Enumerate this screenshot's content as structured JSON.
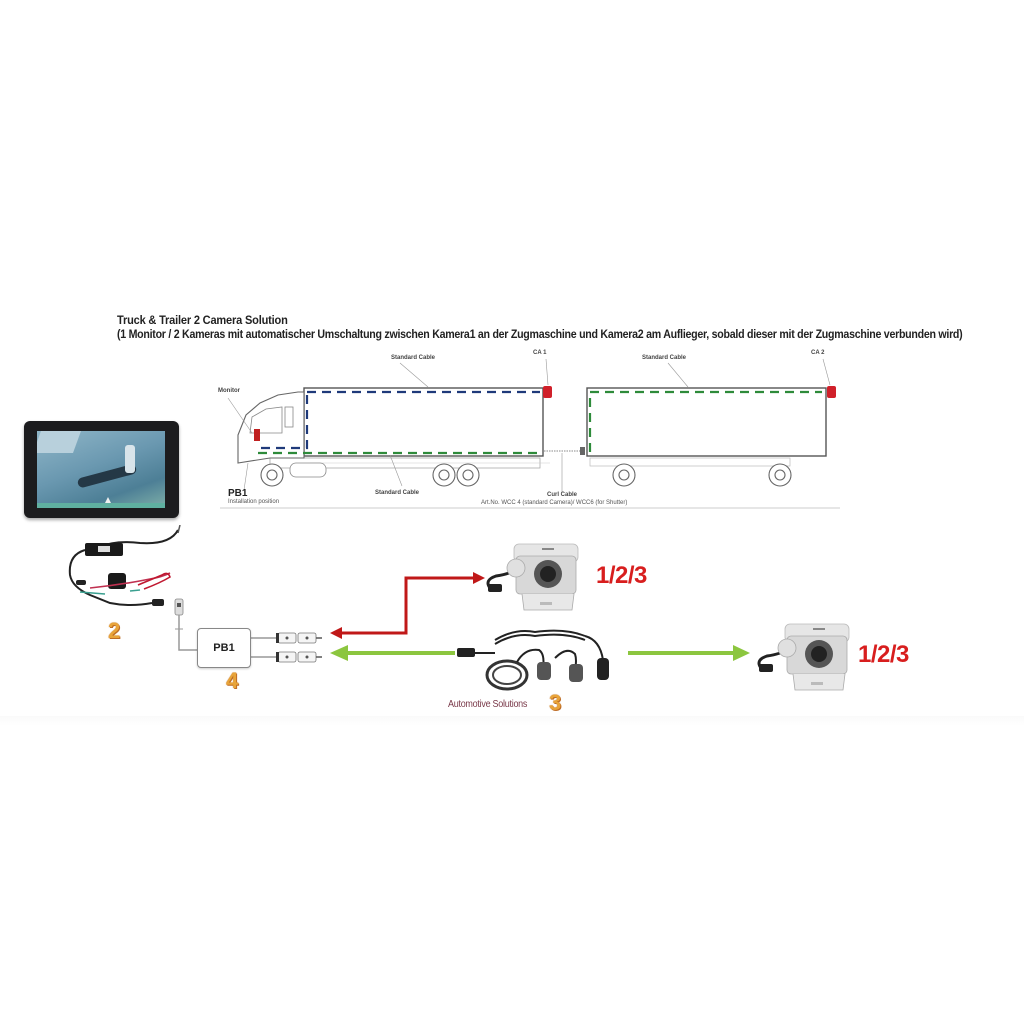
{
  "header": {
    "title": "Truck & Trailer 2 Camera Solution",
    "subtitle": "(1 Monitor / 2 Kameras mit automatischer Umschaltung zwischen Kamera1 an der Zugmaschine und Kamera2 am Auflieger, sobald dieser mit der Zugmaschine verbunden wird)"
  },
  "truck_diagram": {
    "labels": {
      "monitor": "Monitor",
      "standard_cable_top_1": "Standard Cable",
      "standard_cable_top_2": "Standard Cable",
      "standard_cable_bottom": "Standard Cable",
      "curl_cable": "Curl Cable",
      "ca1": "CA 1",
      "ca2": "CA 2",
      "pb1": "PB1",
      "installation_position": "Installation position",
      "art_no": "Art.No. WCC 4 (standard Camera)/ WCC6 (for Shutter)"
    },
    "colors": {
      "truck_cable": "#1f3a7a",
      "trailer_cable": "#2e8b3a",
      "camera": "#d0202a"
    }
  },
  "components": {
    "monitor": {
      "name": "Monitor"
    },
    "power_cable": {
      "number": "2"
    },
    "pb1_box": {
      "label": "PB1",
      "number": "4"
    },
    "curl_cable": {
      "number": "3",
      "brand": "Automotive Solutions"
    },
    "camera_1": {
      "label": "1/2/3"
    },
    "camera_2": {
      "label": "1/2/3"
    }
  },
  "arrows": {
    "red": "#c01818",
    "green": "#8cc63f"
  },
  "number_colors": {
    "orange": "#e8a43a",
    "red": "#d81e1e"
  }
}
